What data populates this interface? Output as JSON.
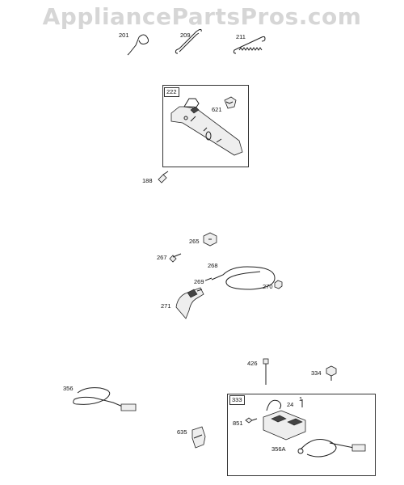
{
  "watermark": "AppliancePartsPros.com",
  "parts": {
    "p201": "201",
    "p209": "209",
    "p211": "211",
    "p222": "222",
    "p621": "621",
    "p188": "188",
    "p265": "265",
    "p267": "267",
    "p268": "268",
    "p269": "269",
    "p270": "270",
    "p271": "271",
    "p426": "426",
    "p334": "334",
    "p356": "356",
    "p333": "333",
    "p24": "24",
    "p1": "1",
    "p851": "851",
    "p635": "635",
    "p356A": "356A"
  }
}
